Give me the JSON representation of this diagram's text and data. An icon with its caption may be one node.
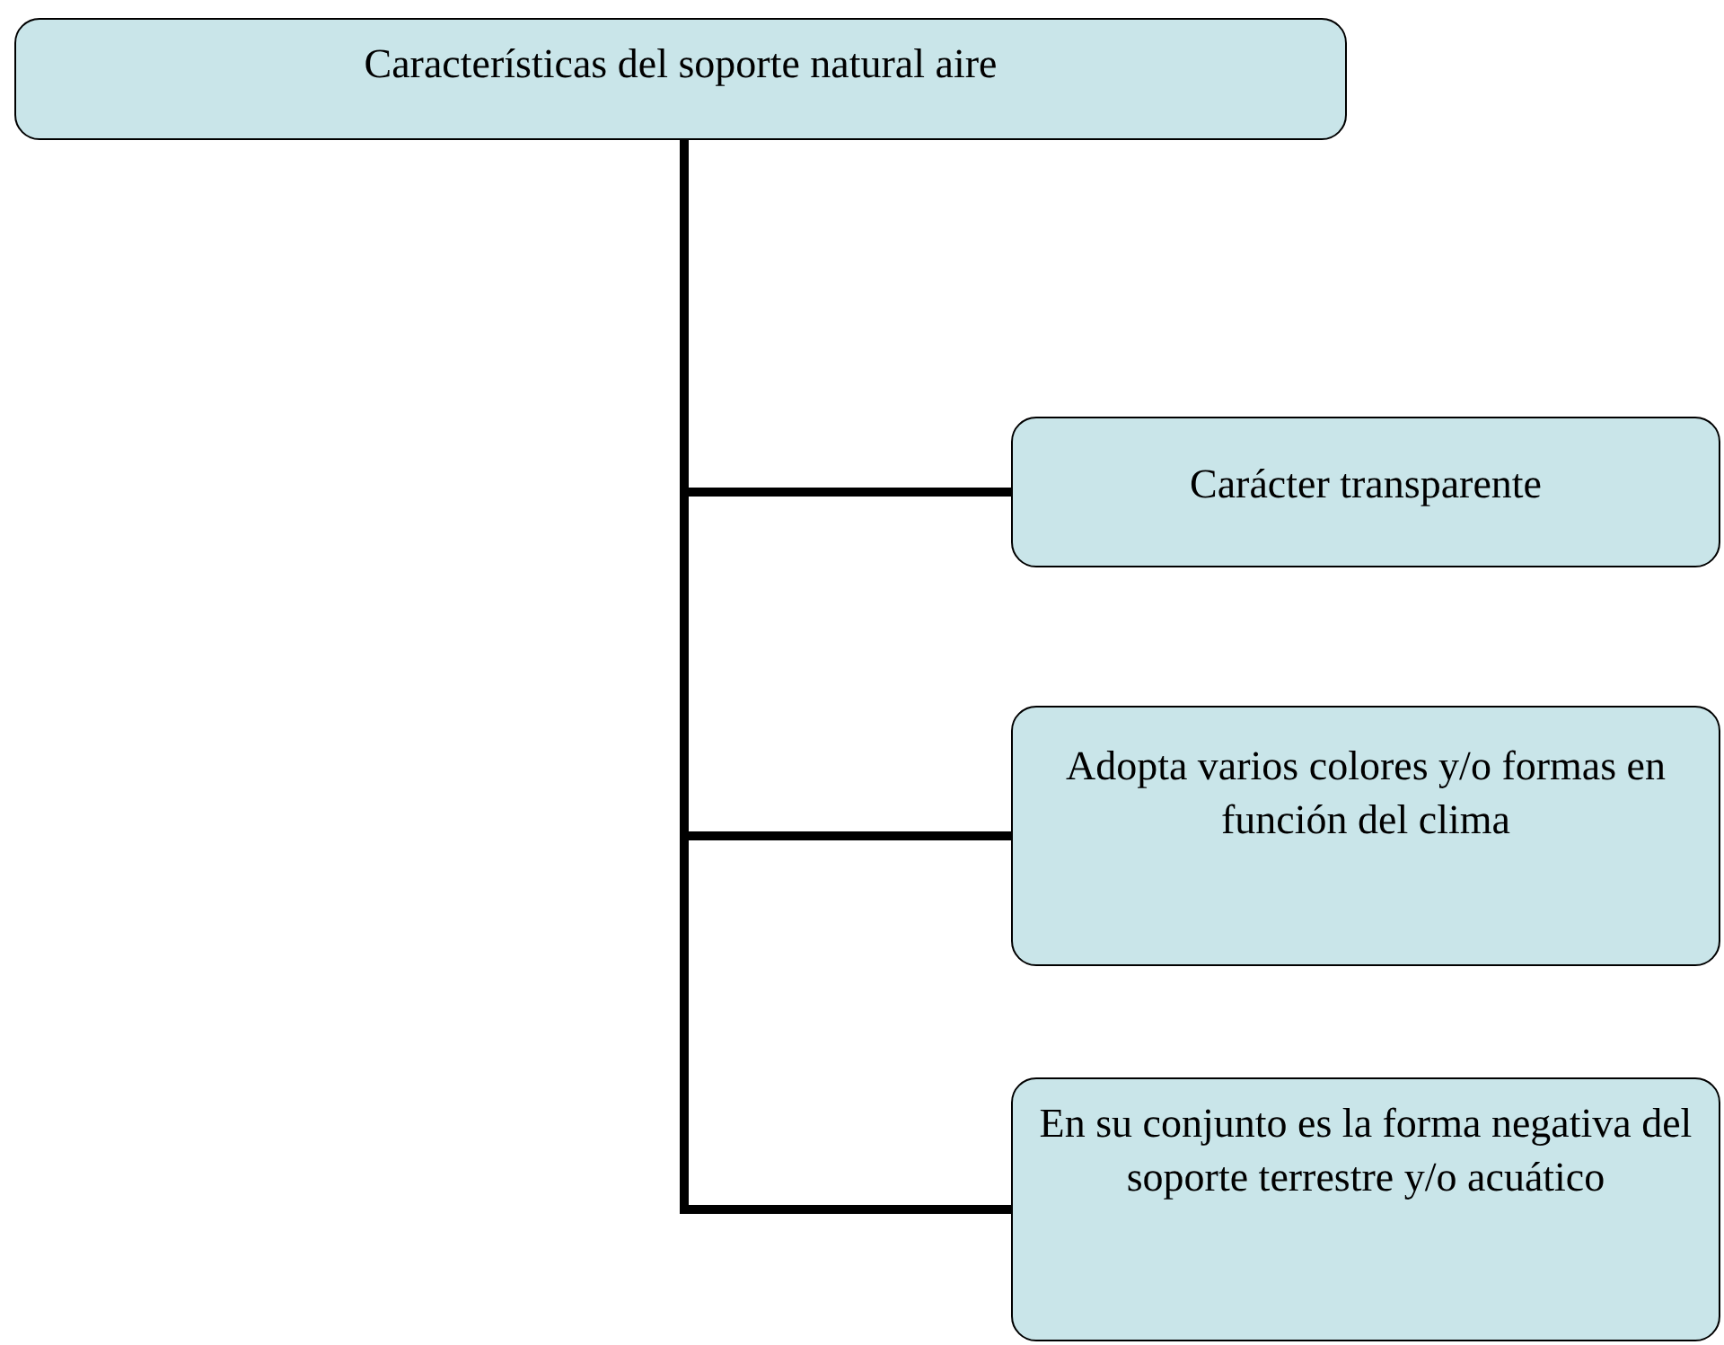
{
  "diagram": {
    "nodes": [
      {
        "text": [
          "Características del soporte natural aire"
        ]
      },
      {
        "text": [
          "Carácter transparente"
        ]
      },
      {
        "text": [
          "Adopta varios colores y/o formas en función del clima"
        ]
      },
      {
        "text": [
          "En su conjunto es la forma negativa del soporte terrestre y/o acuático"
        ]
      }
    ],
    "edges": [
      {
        "from": 0,
        "to": 1,
        "arrow": "none"
      },
      {
        "from": 0,
        "to": 2,
        "arrow": "none"
      },
      {
        "from": 0,
        "to": 3,
        "arrow": "none"
      }
    ]
  }
}
